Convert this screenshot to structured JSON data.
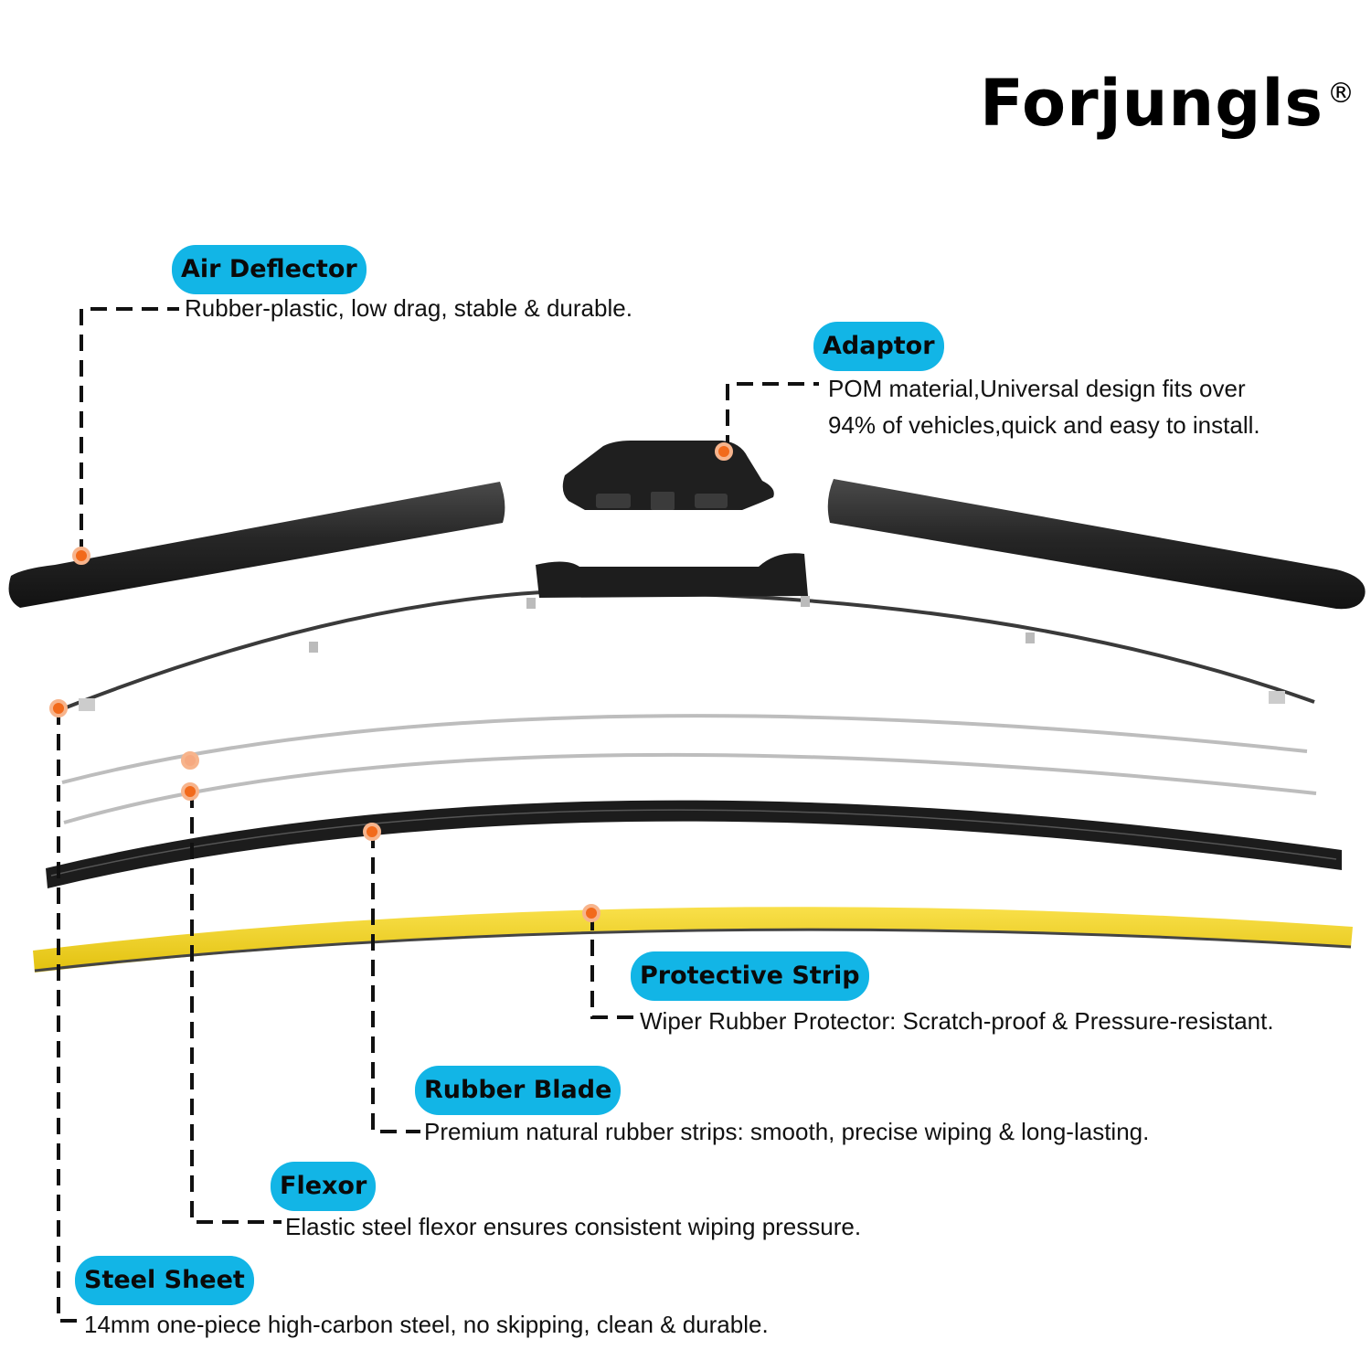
{
  "brand": {
    "name": "Forjungls",
    "mark": "®"
  },
  "colors": {
    "label_bg": "#12b5e6",
    "callout_dot": "#f26a1b",
    "protective_strip": "#f4d51a",
    "blade_parts": "#2a2a2a"
  },
  "callouts": [
    {
      "title": "Air Deflector",
      "description": "Rubber-plastic, low drag, stable & durable."
    },
    {
      "title": "Adaptor",
      "description": [
        "POM material,Universal design fits over",
        "94% of vehicles,quick and easy to install."
      ]
    },
    {
      "title": "Protective Strip",
      "description": "Wiper Rubber Protector: Scratch-proof & Pressure-resistant."
    },
    {
      "title": "Rubber Blade",
      "description": "Premium natural rubber strips: smooth, precise wiping & long-lasting."
    },
    {
      "title": "Flexor",
      "description": "Elastic steel flexor ensures consistent wiping pressure."
    },
    {
      "title": "Steel Sheet",
      "description": "14mm one-piece high-carbon steel, no skipping, clean & durable."
    }
  ]
}
